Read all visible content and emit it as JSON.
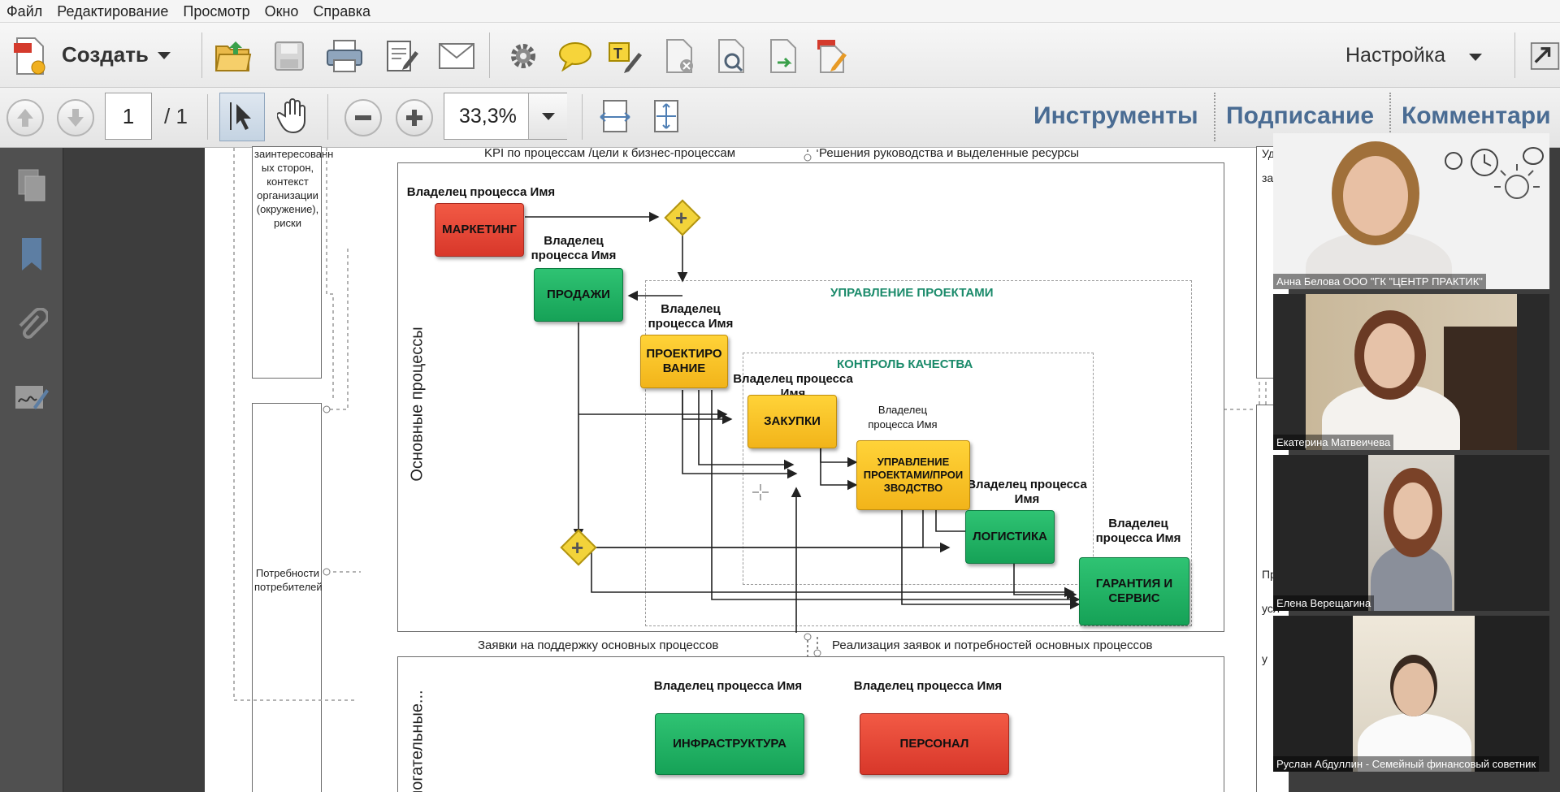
{
  "menu": [
    "Файл",
    "Редактирование",
    "Просмотр",
    "Окно",
    "Справка"
  ],
  "toolbar": {
    "create_label": "Создать",
    "customize_label": "Настройка"
  },
  "nav": {
    "page_current": "1",
    "page_total": "/ 1",
    "zoom": "33,3%",
    "tabs": [
      "Инструменты",
      "Подписание",
      "Комментари"
    ]
  },
  "sidebar": {
    "icons": [
      "pages-icon",
      "bookmark-icon",
      "attachment-icon",
      "signature-icon"
    ]
  },
  "diagram": {
    "left_top_text": "заинтересованн ых сторон, контекст организации (окружение), риски",
    "left_bottom_text": "Потребности потребителей",
    "top_kpi": "KPI по процессам /цели к бизнес-процессам",
    "top_decisions": "Решения руководства и выделенные ресурсы",
    "main_vertical": "Основные процессы",
    "bottom_requests": "Заявки на поддержку основных процессов",
    "bottom_realization": "Реализация заявок и потребностей основных процессов",
    "aux_vertical": "омогательные...",
    "group_projects": "УПРАВЛЕНИЕ ПРОЕКТАМИ",
    "group_quality": "КОНТРОЛЬ КАЧЕСТВА",
    "right_text_1": "Уд",
    "right_text_2": "за",
    "right_text_3": "Пр",
    "right_text_4": "усл",
    "right_text_5": "у",
    "owners": {
      "marketing": "Владелец процесса Имя",
      "sales": "Владелец процесса Имя",
      "design": "Владелец процесса Имя",
      "purchase": "Владелец процесса Имя",
      "pm": "Владелец процесса Имя",
      "logistics": "Владелец процесса Имя",
      "warranty": "Владелец процесса Имя",
      "infra": "Владелец процесса Имя",
      "personnel": "Владелец процесса Имя"
    },
    "processes": {
      "marketing": "МАРКЕТИНГ",
      "sales": "ПРОДАЖИ",
      "design": "ПРОЕКТИРО ВАНИЕ",
      "purchase": "ЗАКУПКИ",
      "pm": "УПРАВЛЕНИЕ ПРОЕКТАМИ/ПРОИ ЗВОДСТВО",
      "logistics": "ЛОГИСТИКА",
      "warranty": "ГАРАНТИЯ И СЕРВИС",
      "infra": "ИНФРАСТРУКТУРА",
      "personnel": "ПЕРСОНАЛ"
    }
  },
  "participants": [
    "Анна Белова ООО \"ГК \"ЦЕНТР ПРАКТИК\"",
    "Екатерина Матвеичева",
    "Елена Верещагина",
    "Руслан Абдуллин - Семейный финансовый советник"
  ]
}
